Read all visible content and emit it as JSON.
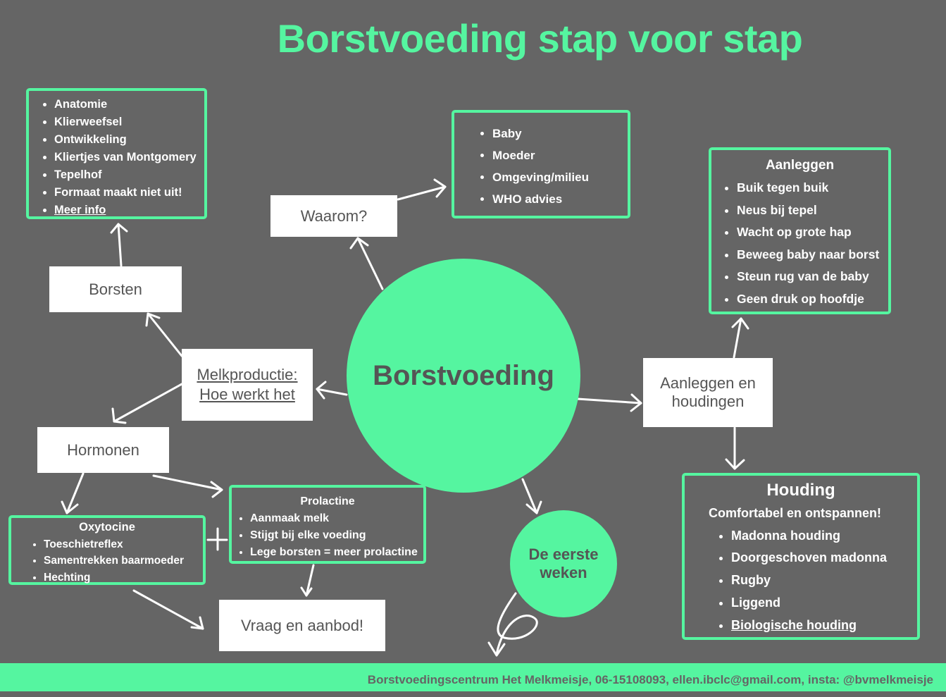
{
  "title": "Borstvoeding stap voor stap",
  "colors": {
    "background": "#656565",
    "accent": "#55f5a0",
    "box": "#ffffff",
    "text_dark": "#555555"
  },
  "center": "Borstvoeding",
  "nodes": {
    "waarom": "Waarom?",
    "borsten": "Borsten",
    "melkproductie_line1": "Melkproductie:",
    "melkproductie_line2": "Hoe werkt het",
    "hormonen": "Hormonen",
    "aanleggen_houdingen": "Aanleggen en houdingen",
    "vraag_aanbod": "Vraag en aanbod!",
    "eerste_weken": "De eerste weken"
  },
  "borsten_list": [
    "Anatomie",
    "Klierweefsel",
    "Ontwikkeling",
    "Kliertjes van Montgomery",
    "Tepelhof",
    "Formaat maakt niet uit!",
    "Meer info"
  ],
  "waarom_list": [
    "Baby",
    "Moeder",
    "Omgeving/milieu",
    "WHO advies"
  ],
  "aanleggen": {
    "heading": "Aanleggen",
    "items": [
      "Buik tegen buik",
      "Neus bij tepel",
      "Wacht op grote hap",
      "Beweeg baby naar borst",
      "Steun rug van de baby",
      "Geen druk op hoofdje"
    ]
  },
  "houding": {
    "heading": "Houding",
    "subtitle": "Comfortabel en ontspannen!",
    "items": [
      "Madonna houding",
      "Doorgeschoven madonna",
      "Rugby",
      "Liggend",
      "Biologische houding"
    ]
  },
  "prolactine": {
    "heading": "Prolactine",
    "items": [
      "Aanmaak melk",
      "Stijgt bij elke voeding",
      "Lege borsten = meer prolactine"
    ]
  },
  "oxytocine": {
    "heading": "Oxytocine",
    "items": [
      "Toeschietreflex",
      "Samentrekken baarmoeder",
      "Hechting"
    ]
  },
  "footer": "Borstvoedingscentrum Het Melkmeisje, 06-15108093, ellen.ibclc@gmail.com, insta: @bvmelkmeisje"
}
